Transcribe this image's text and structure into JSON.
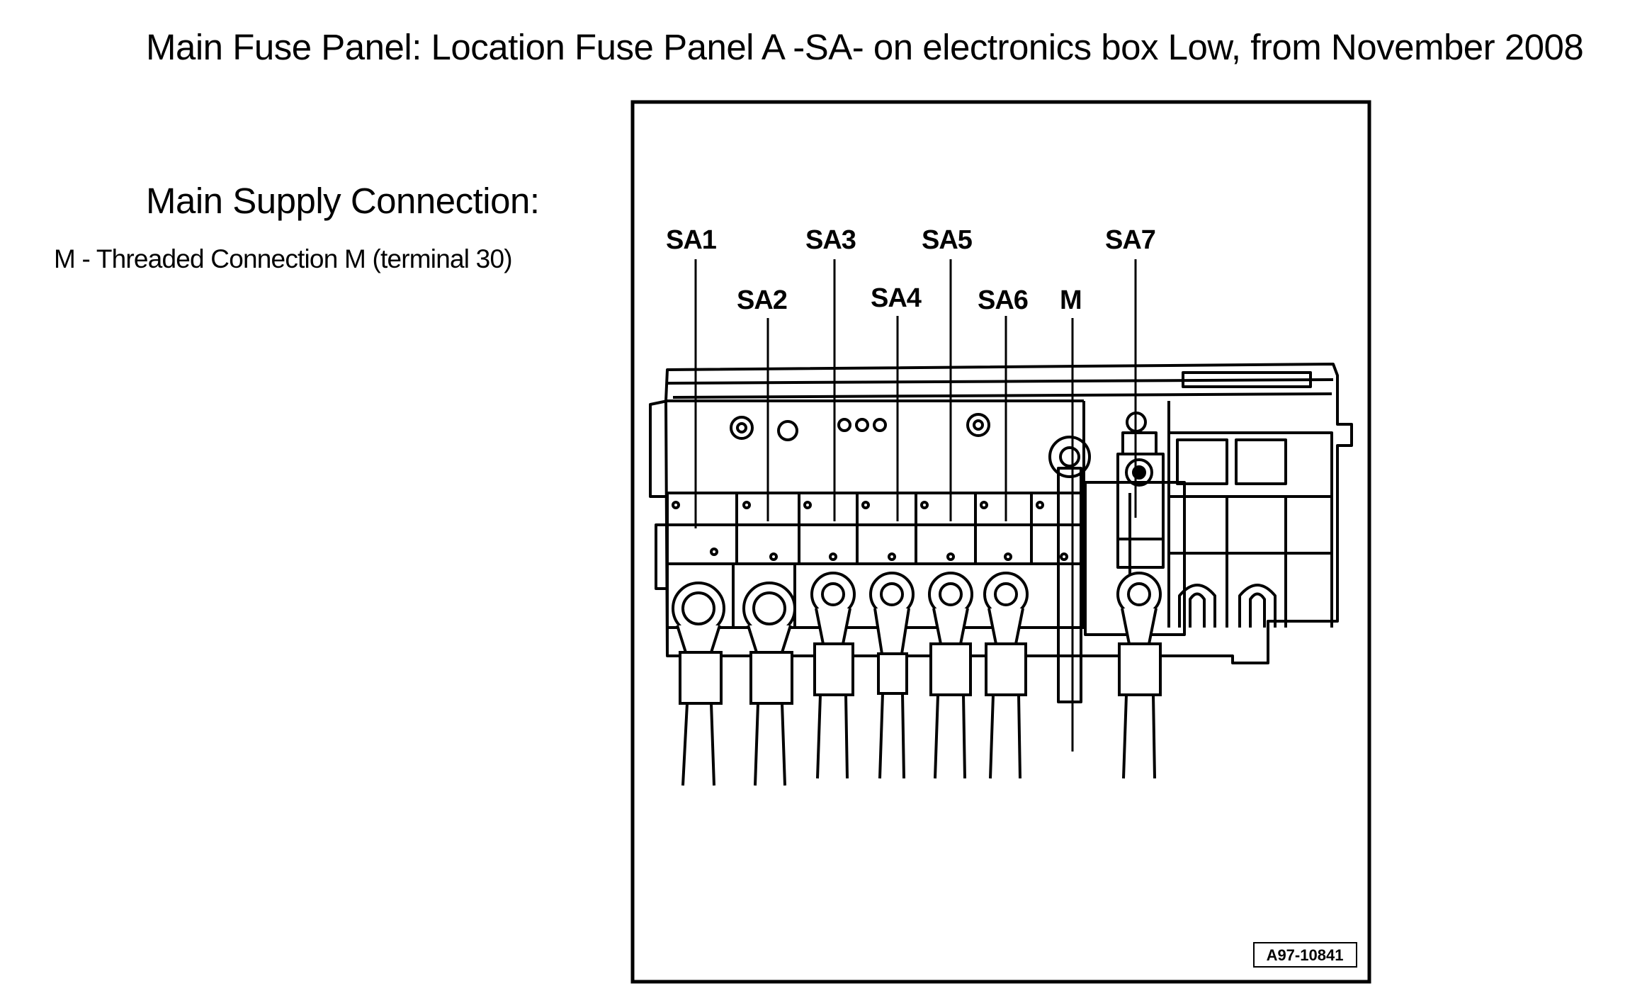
{
  "title": "Main Fuse Panel: Location Fuse Panel A -SA- on electronics box Low, from November 2008",
  "subheading": "Main Supply Connection:",
  "legend": [
    {
      "text": "M - Threaded Connection M (terminal 30)"
    }
  ],
  "diagram": {
    "callouts": {
      "sa1": "SA1",
      "sa2": "SA2",
      "sa3": "SA3",
      "sa4": "SA4",
      "sa5": "SA5",
      "sa6": "SA6",
      "sa7": "SA7",
      "m": "M"
    },
    "reference_code": "A97-10841"
  }
}
